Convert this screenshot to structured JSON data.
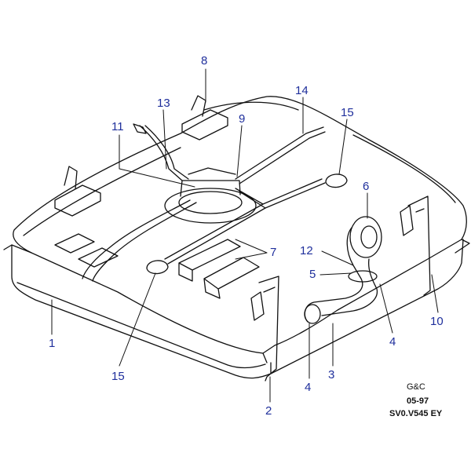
{
  "colors": {
    "line": "#111111",
    "callout": "#1f2f9c"
  },
  "callouts": {
    "n1": "1",
    "n2": "2",
    "n3": "3",
    "n4a": "4",
    "n4b": "4",
    "n5": "5",
    "n6": "6",
    "n7": "7",
    "n8": "8",
    "n9": "9",
    "n10": "10",
    "n11": "11",
    "n12": "12",
    "n13": "13",
    "n14": "14",
    "n15a": "15",
    "n15b": "15"
  },
  "credit": {
    "brand": "G&C",
    "date": "05-97",
    "code": "SV0.V545 EY"
  }
}
